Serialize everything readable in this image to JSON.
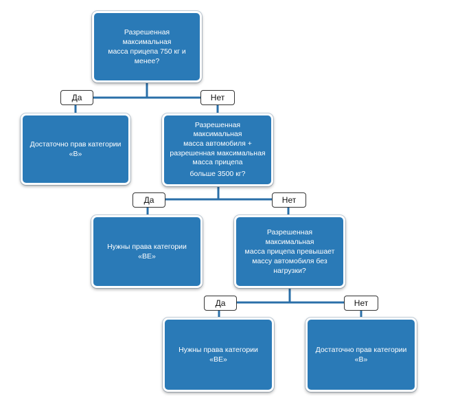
{
  "nodes": {
    "q1": [
      "Разрешенная максимальная",
      "масса прицепа 750 кг и",
      "менее?"
    ],
    "r1": [
      "Достаточно прав категории",
      "«B»"
    ],
    "q2": [
      "Разрешенная максимальная",
      "масса автомобиля +",
      "разрешенная максимальная",
      "масса прицепа",
      "больше 3500 кг?"
    ],
    "r2": [
      "Нужны права категории",
      "«ВЕ»"
    ],
    "q3": [
      "Разрешенная максимальная",
      "масса прицепа превышает",
      "массу автомобиля без",
      "нагрузки?"
    ],
    "r3": [
      "Нужны права категории",
      "«ВЕ»"
    ],
    "r4": [
      "Достаточно прав категории",
      "«B»"
    ]
  },
  "labels": {
    "yes": "Да",
    "no": "Нет"
  },
  "colors": {
    "box_fill": "#2a7ab7",
    "connector": "#2a6fa8"
  }
}
